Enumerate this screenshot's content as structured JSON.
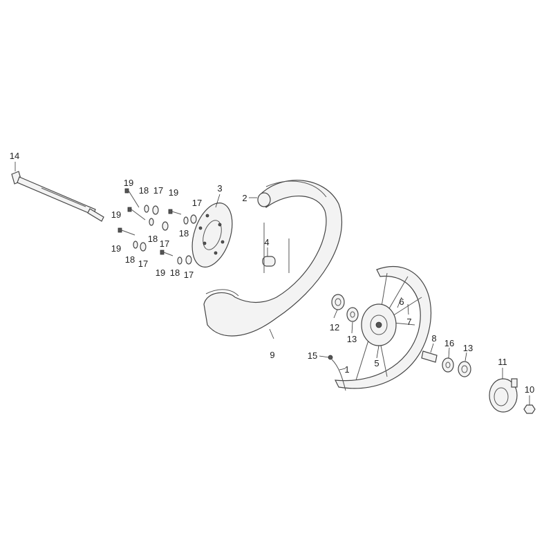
{
  "callouts": {
    "c1": "1",
    "c2": "2",
    "c3": "3",
    "c4": "4",
    "c5": "5",
    "c6": "6",
    "c7": "7",
    "c8": "8",
    "c9": "9",
    "c10": "10",
    "c11": "11",
    "c12": "12",
    "c13a": "13",
    "c13b": "13",
    "c14": "14",
    "c15": "15",
    "c16": "16",
    "c17a": "17",
    "c17b": "17",
    "c17c": "17",
    "c17d": "17",
    "c17e": "17",
    "c18a": "18",
    "c18b": "18",
    "c18c": "18",
    "c18d": "18",
    "c18e": "18",
    "c19a": "19",
    "c19b": "19",
    "c19c": "19",
    "c19d": "19",
    "c19e": "19"
  }
}
